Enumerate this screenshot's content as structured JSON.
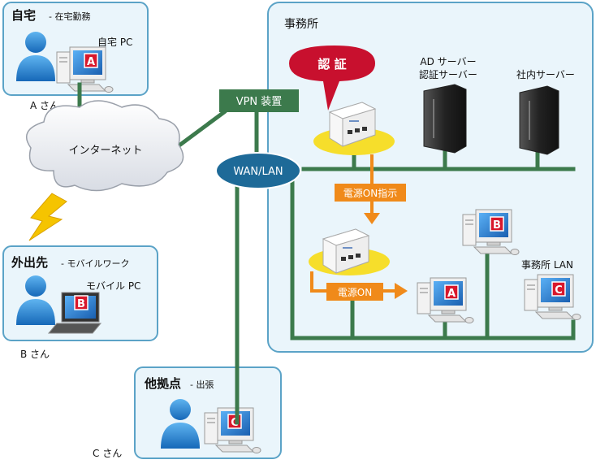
{
  "home": {
    "title": "自宅",
    "subtitle": "- 在宅勤務",
    "pc_label": "自宅 PC",
    "screen_letter": "A",
    "user_label": "A さん"
  },
  "mobile": {
    "title": "外出先",
    "subtitle": "- モバイルワーク",
    "pc_label": "モバイル PC",
    "screen_letter": "B",
    "user_label": "B さん"
  },
  "branch": {
    "title": "他拠点",
    "subtitle": "- 出張",
    "screen_letter": "C",
    "user_label": "C さん"
  },
  "internet_label": "インターネット",
  "vpn_label": "VPN 装置",
  "wan_label": "WAN/LAN",
  "office": {
    "title": "事務所",
    "auth_bubble": "認 証",
    "ad_server_line1": "AD サーバー",
    "ad_server_line2": "認証サーバー",
    "internal_server": "社内サーバー",
    "power_on_command": "電源ON指示",
    "power_on": "電源ON",
    "lan_label": "事務所 LAN",
    "pc_letters": [
      "A",
      "B",
      "C"
    ]
  },
  "colors": {
    "line_green": "#3c7a4c",
    "panel_border": "#5ba3c7",
    "panel_fill": "#eaf5fb",
    "orange": "#f08a1a",
    "auth_red": "#c8102e",
    "yellow": "#f6de2b",
    "wan_blue": "#1e6a98"
  }
}
